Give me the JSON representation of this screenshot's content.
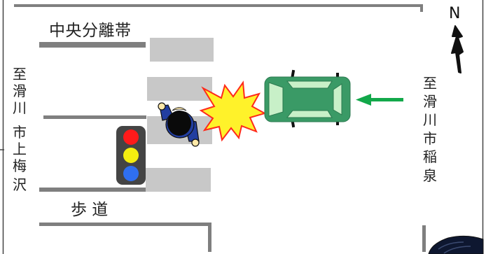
{
  "labels": {
    "median": "中央分離帯",
    "sidewalk": "歩 道",
    "left_direction": [
      "至",
      "滑",
      "川",
      "市",
      "上",
      "梅",
      "沢"
    ],
    "right_direction": [
      "至",
      "滑",
      "川",
      "市",
      "稲",
      "泉"
    ],
    "north": "N"
  },
  "icons": {
    "traffic_light": "traffic-light-icon",
    "pedestrian": "pedestrian-icon",
    "car": "car-icon",
    "collision": "collision-icon",
    "direction_arrow": "arrow-left-icon",
    "compass": "north-arrow-icon"
  },
  "colors": {
    "road_line": "#7f7f7f",
    "crosswalk": "#c8c8c8",
    "car_body": "#3a9a66",
    "car_glass": "#c8f0c8",
    "arrow": "#12a84a",
    "signal_red": "#ff1a1a",
    "signal_yellow": "#f4ee10",
    "signal_blue": "#2f6ff0",
    "collision_fill": "#fff22a",
    "collision_stroke": "#ff2a1a",
    "pedestrian_clothes": "#223ea0"
  }
}
